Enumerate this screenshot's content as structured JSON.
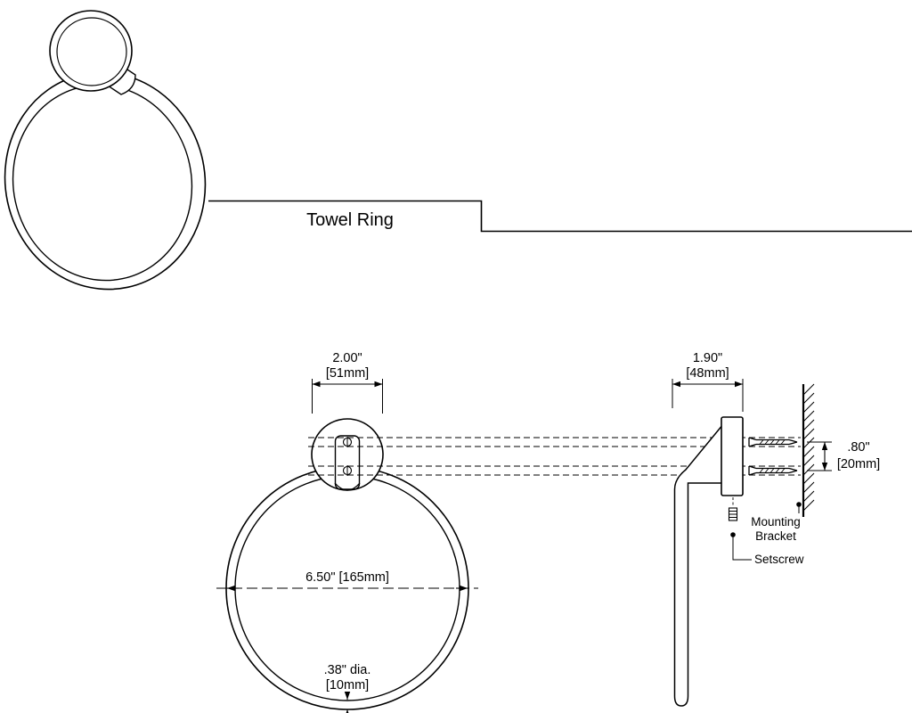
{
  "title": "Towel Ring",
  "front_view": {
    "bracket_width": {
      "inches": "2.00\"",
      "mm": "[51mm]"
    },
    "ring_diameter": "6.50\" [165mm]",
    "tube_diameter": {
      "inches": ".38\" dia.",
      "mm": "[10mm]"
    }
  },
  "side_view": {
    "projection": {
      "inches": "1.90\"",
      "mm": "[48mm]"
    },
    "screw_spacing": {
      "inches": ".80\"",
      "mm": "[20mm]"
    },
    "mounting_bracket_label": {
      "line1": "Mounting",
      "line2": "Bracket"
    },
    "setscrew_label": "Setscrew"
  },
  "colors": {
    "line": "#000000",
    "background": "#ffffff"
  }
}
